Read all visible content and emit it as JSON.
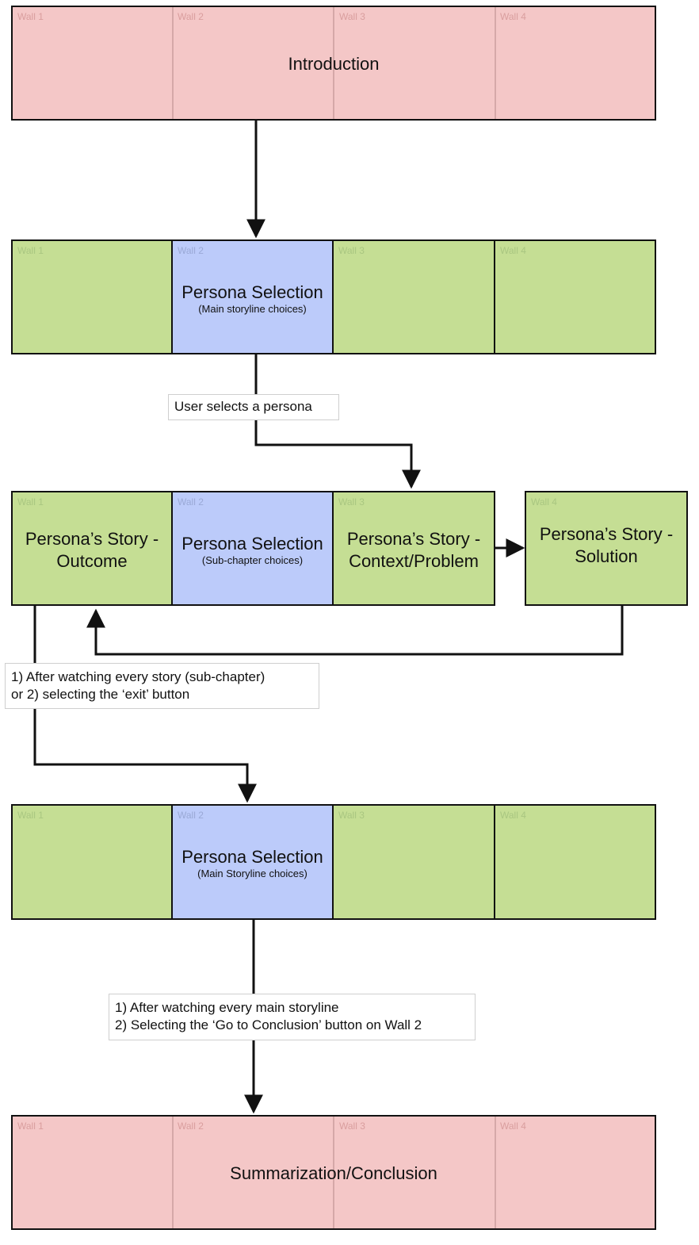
{
  "wall_labels": [
    "Wall 1",
    "Wall 2",
    "Wall 3",
    "Wall 4"
  ],
  "introduction": {
    "title": "Introduction"
  },
  "selection_main": {
    "title": "Persona Selection",
    "subtitle": "(Main storyline choices)"
  },
  "note_select_persona": "User selects a persona",
  "story_row": {
    "outcome": "Persona’s Story -\nOutcome",
    "selection_title": "Persona Selection",
    "selection_subtitle": "(Sub-chapter choices)",
    "context": "Persona’s Story -\nContext/Problem",
    "solution": "Persona’s Story -\nSolution"
  },
  "note_exit": "1) After watching every story (sub-chapter)\nor 2) selecting the ‘exit’ button",
  "selection_return": {
    "title": "Persona Selection",
    "subtitle": "(Main Storyline choices)"
  },
  "note_conclusion": "1) After watching every main storyline\n2) Selecting the ‘Go to Conclusion’ button on Wall 2",
  "conclusion": {
    "title": "Summarization/Conclusion"
  },
  "colors": {
    "pink": "#f4c7c7",
    "green": "#c5de94",
    "blue": "#bccbfa",
    "line": "#111111"
  }
}
